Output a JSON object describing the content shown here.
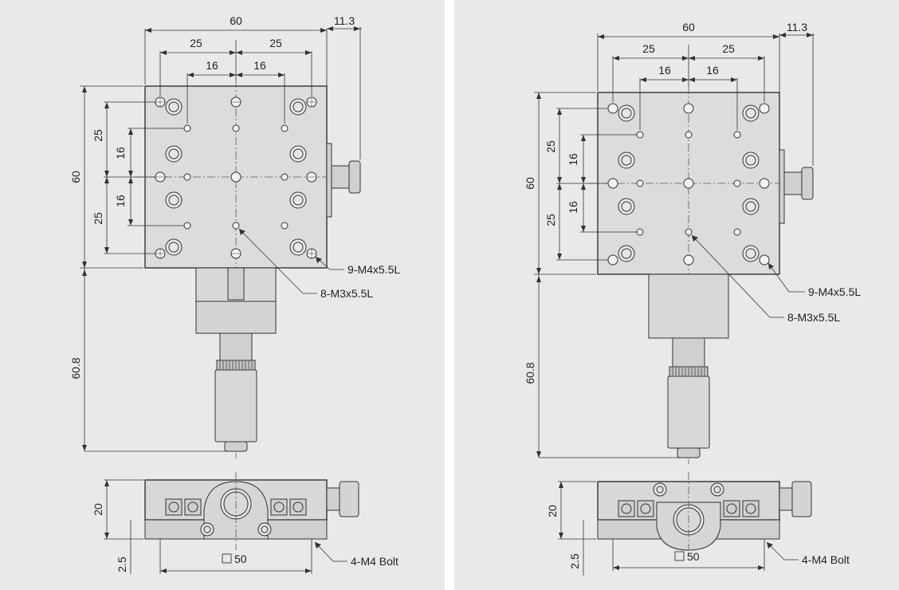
{
  "views": [
    {
      "top": {
        "overall_width": "60",
        "knob_offset": "11.3",
        "outer_pitch_left": "25",
        "outer_pitch_right": "25",
        "inner_pitch_left": "16",
        "inner_pitch_right": "16",
        "overall_height": "60",
        "v_outer_top": "25",
        "v_inner_top": "16",
        "v_inner_bottom": "16",
        "v_outer_bottom": "25",
        "micrometer_length": "60.8",
        "callout_m4": "9-M4x5.5L",
        "callout_m3": "8-M3x5.5L"
      },
      "front": {
        "height": "20",
        "base_thickness": "2.5",
        "base_size": "50",
        "callout_bolt": "4-M4 Bolt"
      }
    },
    {
      "top": {
        "overall_width": "60",
        "knob_offset": "11.3",
        "outer_pitch_left": "25",
        "outer_pitch_right": "25",
        "inner_pitch_left": "16",
        "inner_pitch_right": "16",
        "overall_height": "60",
        "v_outer_top": "25",
        "v_inner_top": "16",
        "v_inner_bottom": "16",
        "v_outer_bottom": "25",
        "micrometer_length": "60.8",
        "callout_m4": "9-M4x5.5L",
        "callout_m3": "8-M3x5.5L"
      },
      "front": {
        "height": "20",
        "base_thickness": "2.5",
        "base_size": "50",
        "callout_bolt": "4-M4 Bolt"
      }
    }
  ]
}
